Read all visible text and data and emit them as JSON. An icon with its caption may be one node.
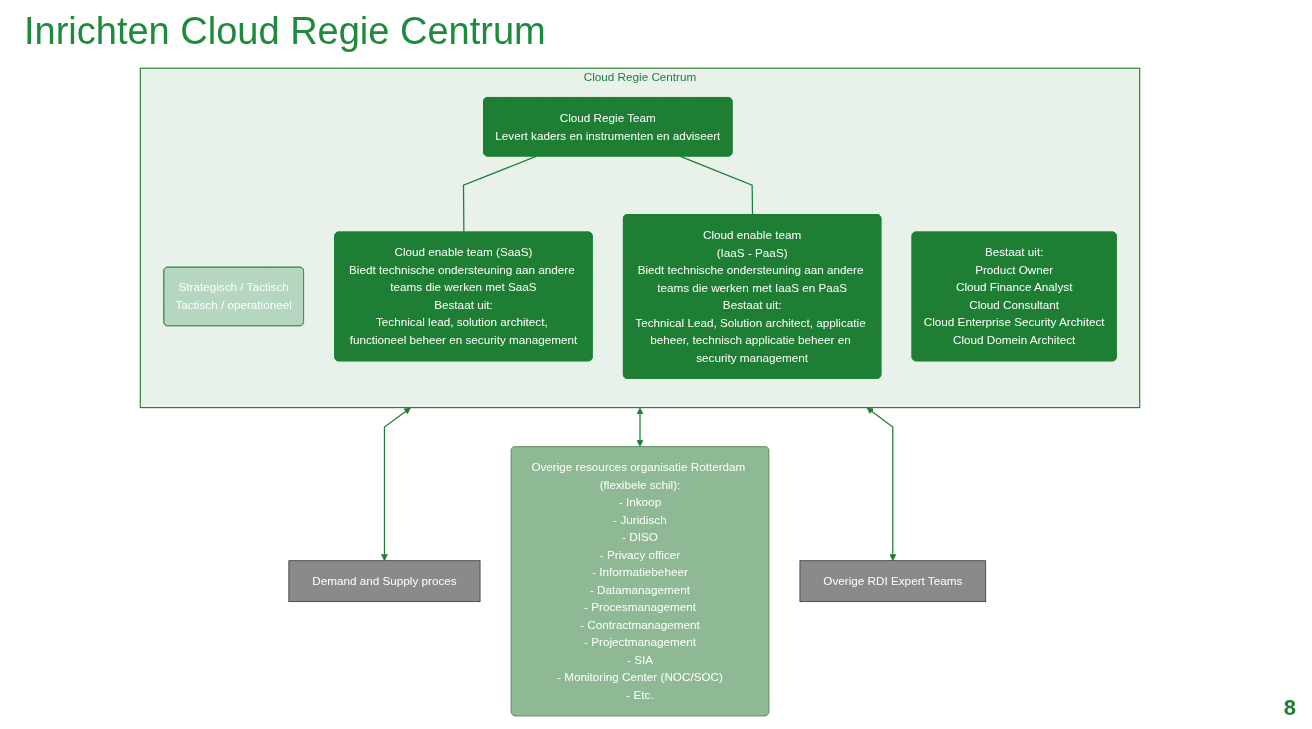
{
  "diagram": {
    "title": "Inrichten Cloud Regie Centrum",
    "nodes": [
      {
        "text": [
          "Demand and Supply proces"
        ]
      },
      {
        "text": [
          "Cloud Regie Centrum"
        ]
      },
      {
        "text": [
          "Strategisch / Tactisch",
          "Tactisch / operationeel"
        ],
        "in": 1
      },
      {
        "text": [
          "Cloud Regie Team",
          "Levert kaders en instrumenten en adviseert"
        ],
        "in": 1
      },
      {
        "text": [
          "Bestaat uit:",
          "Product Owner",
          "Cloud Finance Analyst",
          "Cloud Consultant",
          "Cloud Enterprise Security Architect",
          "Cloud Domein Architect"
        ],
        "in": 1
      },
      {
        "text": [
          "Cloud enable team (SaaS)",
          "Biedt technische ondersteuning aan andere teams die werken met SaaS",
          "Bestaat uit:",
          "Technical lead, solution architect, functioneel beheer en security management"
        ],
        "in": 1
      },
      {
        "text": [
          "Cloud enable team",
          "(IaaS - PaaS)",
          "Biedt technische ondersteuning aan andere teams die werken met IaaS en PaaS",
          "Bestaat uit:",
          "Technical Lead, Solution architect, applicatie beheer, technisch applicatie beheer en security management"
        ],
        "in": 1
      },
      {
        "text": [
          "Overige resources organisatie Rotterdam (flexibele schil):",
          "- Inkoop",
          "- Juridisch",
          "- DISO",
          "- Privacy officer",
          "- Informatiebeheer",
          "- Datamanagement",
          "- Procesmanagement",
          "- Contractmanagement",
          "- Projectmanagement",
          "- SIA",
          "- Monitoring Center (NOC/SOC)",
          "- Etc."
        ]
      },
      {
        "text": [
          "Overige RDI Expert Teams"
        ]
      }
    ],
    "edges": [
      {
        "from": 1,
        "to": 0,
        "arrow": "both"
      },
      {
        "from": 3,
        "to": 5,
        "arrow": "none"
      },
      {
        "from": 3,
        "to": 6,
        "arrow": "none"
      },
      {
        "from": 1,
        "to": 7,
        "arrow": "both"
      },
      {
        "from": 1,
        "to": 8,
        "arrow": "both"
      }
    ],
    "labels": [
      "8"
    ]
  }
}
